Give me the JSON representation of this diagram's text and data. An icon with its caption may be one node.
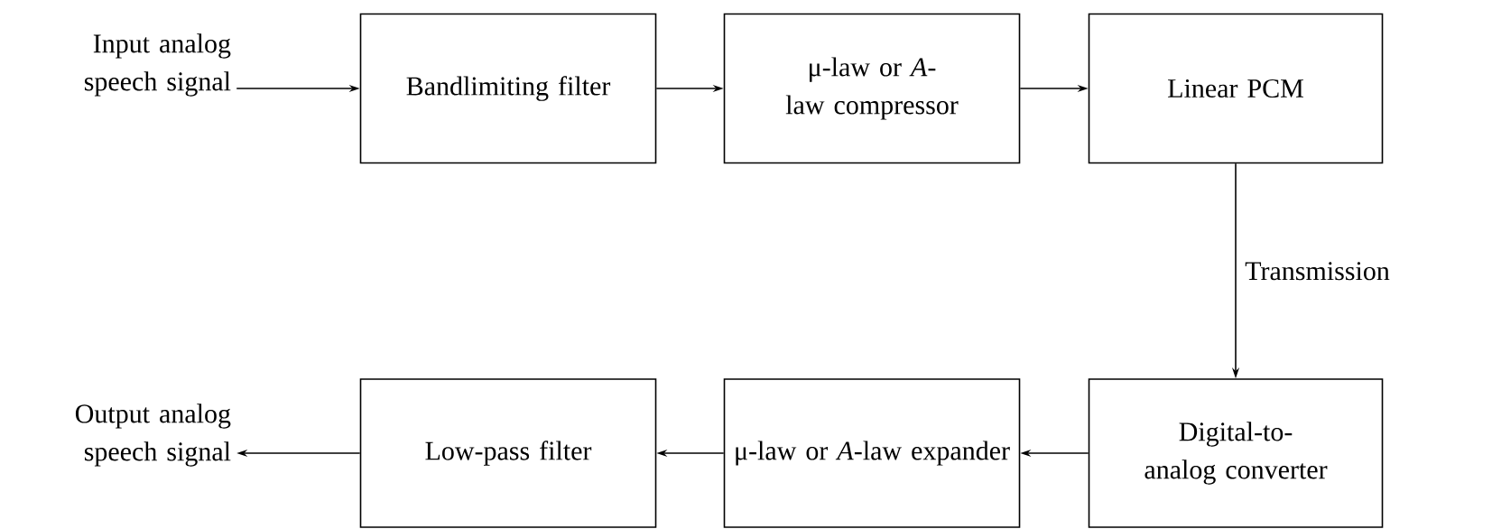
{
  "diagram": {
    "nodes": [
      {
        "text": [
          "Input analog speech signal"
        ]
      },
      {
        "text": [
          "Bandlimiting filter"
        ]
      },
      {
        "text": [
          "μ-law or *A*-law compressor"
        ]
      },
      {
        "text": [
          "Linear PCM"
        ]
      },
      {
        "text": [
          "Output analog speech signal"
        ]
      },
      {
        "text": [
          "Low-pass filter"
        ]
      },
      {
        "text": [
          "μ-law or *A*-law expander"
        ]
      },
      {
        "text": [
          "Digital-to-analog converter"
        ]
      }
    ],
    "edges": [
      {
        "from": 0,
        "to": 1,
        "arrow": "to"
      },
      {
        "from": 1,
        "to": 2,
        "arrow": "to"
      },
      {
        "from": 2,
        "to": 3,
        "arrow": "to"
      },
      {
        "from": 3,
        "to": 7,
        "arrow": "to",
        "label": "Transmission"
      },
      {
        "from": 7,
        "to": 6,
        "arrow": "to"
      },
      {
        "from": 6,
        "to": 5,
        "arrow": "to"
      },
      {
        "from": 5,
        "to": 4,
        "arrow": "to"
      }
    ]
  }
}
